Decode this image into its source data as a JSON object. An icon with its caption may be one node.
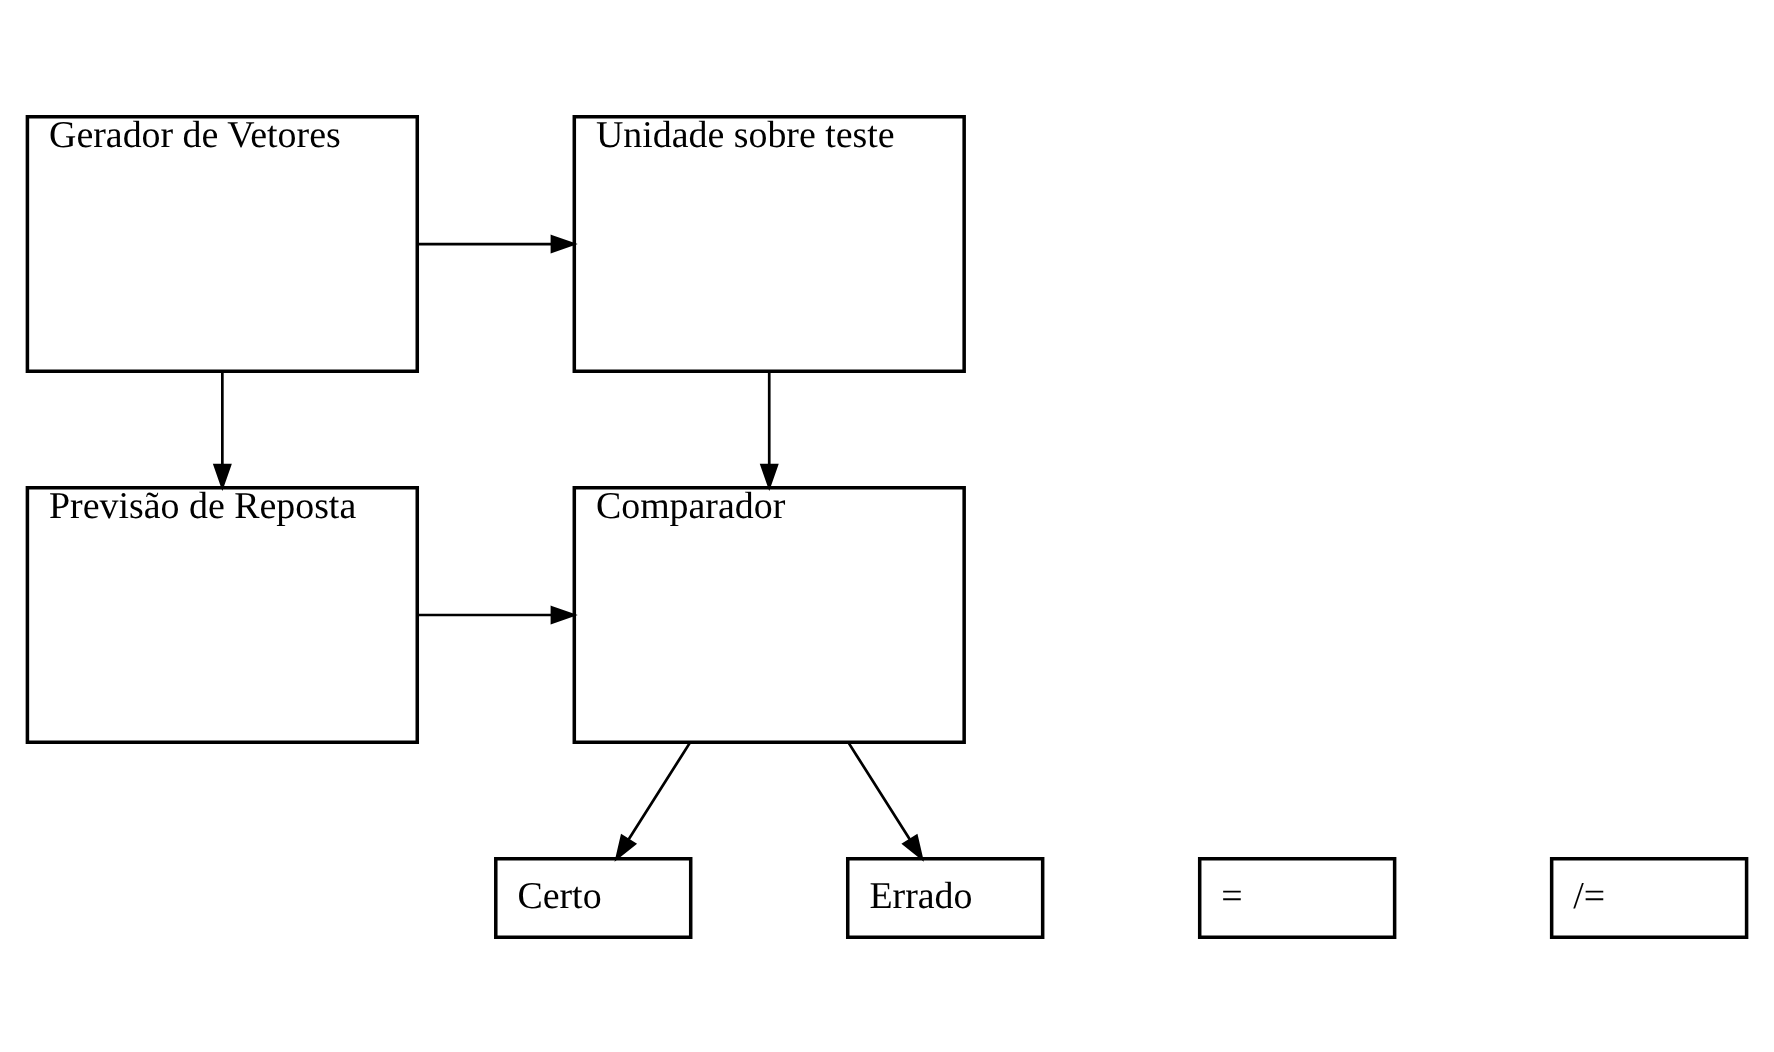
{
  "diagram": {
    "nodes": [
      {
        "text": [
          "Gerador de Vetores"
        ]
      },
      {
        "text": [
          "Unidade sobre teste"
        ]
      },
      {
        "text": [
          "Previsão de Reposta"
        ]
      },
      {
        "text": [
          "Comparador"
        ]
      },
      {
        "text": [
          "="
        ]
      },
      {
        "text": [
          "/="
        ]
      },
      {
        "text": [
          "Certo"
        ]
      },
      {
        "text": [
          "Errado"
        ]
      }
    ],
    "edges": [
      {
        "from": 0,
        "to": 1,
        "arrow": "to"
      },
      {
        "from": 0,
        "to": 2,
        "arrow": "to"
      },
      {
        "from": 1,
        "to": 3,
        "arrow": "to"
      },
      {
        "from": 2,
        "to": 3,
        "arrow": "to"
      },
      {
        "from": 3,
        "to": 6,
        "arrow": "to"
      },
      {
        "from": 3,
        "to": 7,
        "arrow": "to"
      }
    ]
  }
}
